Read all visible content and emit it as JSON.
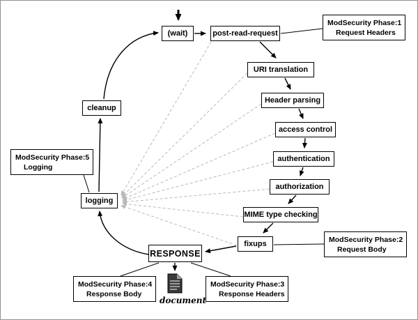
{
  "diagram": {
    "title_implicit": "Apache request cycle with ModSecurity phases",
    "nodes": {
      "wait": "(wait)",
      "post_read_request": "post-read-request",
      "uri_translation": "URI translation",
      "header_parsing": "Header parsing",
      "access_control": "access control",
      "authentication": "authentication",
      "authorization": "authorization",
      "mime_type_checking": "MIME type checking",
      "fixups": "fixups",
      "response": "RESPONSE",
      "logging": "logging",
      "cleanup": "cleanup",
      "document": "document"
    },
    "annotations": {
      "phase1": {
        "line1": "ModSecurity Phase:1",
        "line2": "Request Headers"
      },
      "phase2": {
        "line1": "ModSecurity Phase:2",
        "line2": "Request Body"
      },
      "phase3": {
        "line1": "ModSecurity Phase:3",
        "line2": "Response Headers"
      },
      "phase4": {
        "line1": "ModSecurity Phase:4",
        "line2": "Response Body"
      },
      "phase5": {
        "line1": "ModSecurity Phase:5",
        "line2": "Logging"
      }
    },
    "icons": {
      "document": "page-with-folded-corner"
    },
    "colors": {
      "node_border": "#000000",
      "solid_arrow": "#000000",
      "dashed_line": "#b8b8b8",
      "background": "#ffffff",
      "frame_border": "#8f8f8f",
      "document_icon_fill": "#3a3a3a"
    }
  }
}
